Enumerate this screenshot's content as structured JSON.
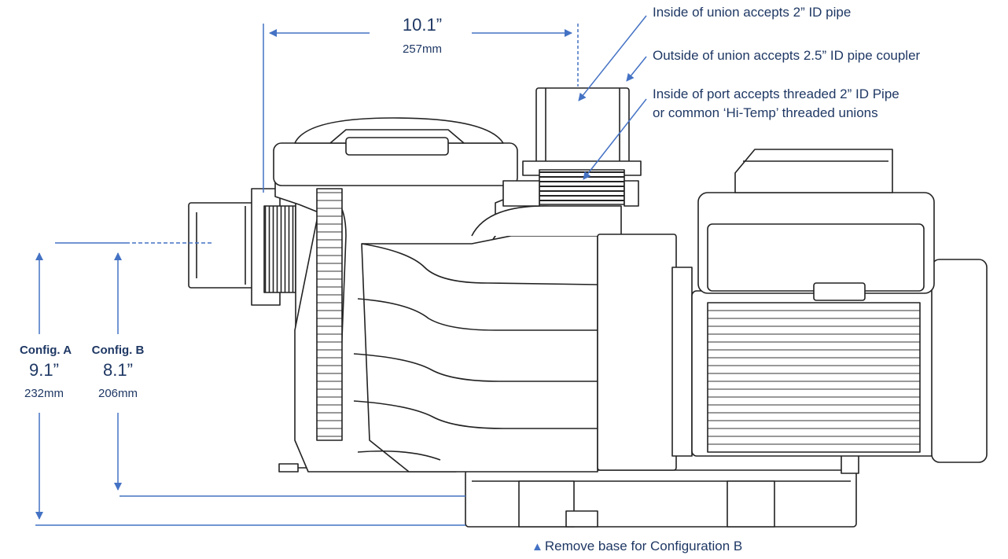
{
  "width_dimension": {
    "inches": "10.1”",
    "mm": "257mm"
  },
  "callouts": [
    "Inside of union accepts 2” ID pipe",
    "Outside of union accepts 2.5” ID pipe coupler",
    "Inside of port accepts threaded 2” ID Pipe or common ‘Hi-Temp’ threaded unions"
  ],
  "config_a": {
    "label": "Config. A",
    "inches": "9.1”",
    "mm": "232mm"
  },
  "config_b": {
    "label": "Config. B",
    "inches": "8.1”",
    "mm": "206mm"
  },
  "base_note": "Remove base for Configuration B",
  "colors": {
    "dimension": "#4472c4",
    "text": "#1f3864",
    "drawing": "#222222"
  }
}
